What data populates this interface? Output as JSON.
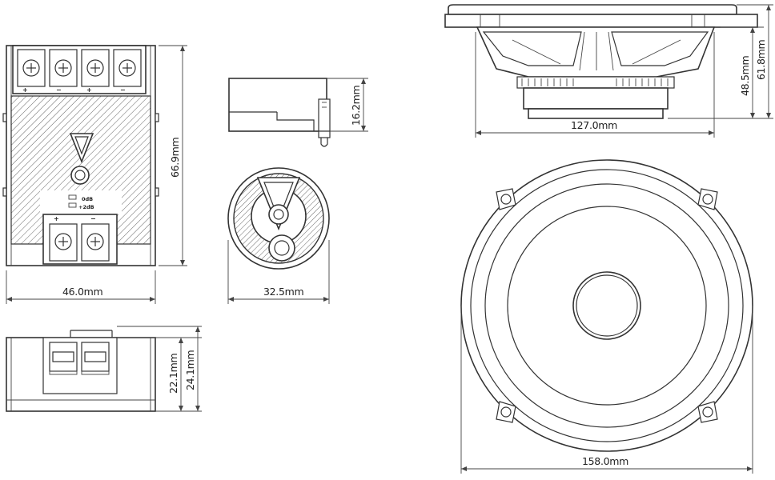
{
  "dimensions": {
    "crossover_width": "46.0mm",
    "crossover_height": "66.9mm",
    "crossover_side_h1": "22.1mm",
    "crossover_side_h2": "24.1mm",
    "tweeter_depth": "16.2mm",
    "tweeter_diameter": "32.5mm",
    "woofer_depth_1": "48.5mm",
    "woofer_depth_2": "61.8mm",
    "woofer_basket": "127.0mm",
    "woofer_outer": "158.0mm"
  },
  "crossover_labels": {
    "level_0db": "0dB",
    "level_2db": "+2dB",
    "plus": "+",
    "minus": "−"
  }
}
